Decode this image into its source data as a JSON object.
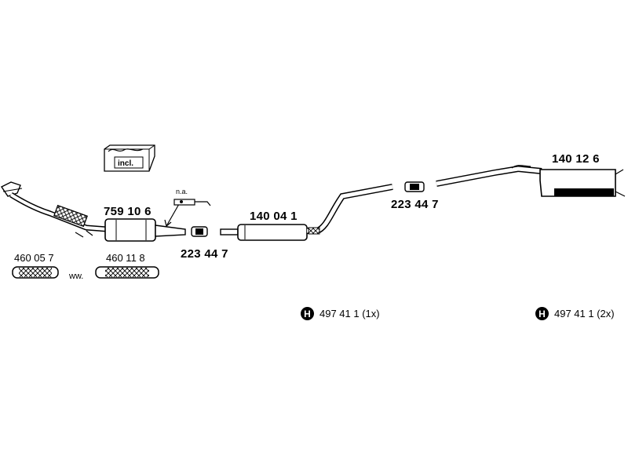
{
  "parts": {
    "catalytic_converter": "759 10 6",
    "front_pipe": "140 04 1",
    "rear_muffler": "140 12 6",
    "clamp_a": "223 44 7",
    "clamp_b": "223 44 7",
    "flex_pipe_a": "460 05 7",
    "flex_pipe_b": "460 11 8"
  },
  "notes": {
    "not_available": "n.a.",
    "alternative": "ww.",
    "included": "incl."
  },
  "refs": [
    {
      "icon": "H",
      "text": "497 41 1 (1x)"
    },
    {
      "icon": "H",
      "text": "497 41 1 (2x)"
    }
  ],
  "colors": {
    "ink": "#000000",
    "background": "#ffffff"
  }
}
